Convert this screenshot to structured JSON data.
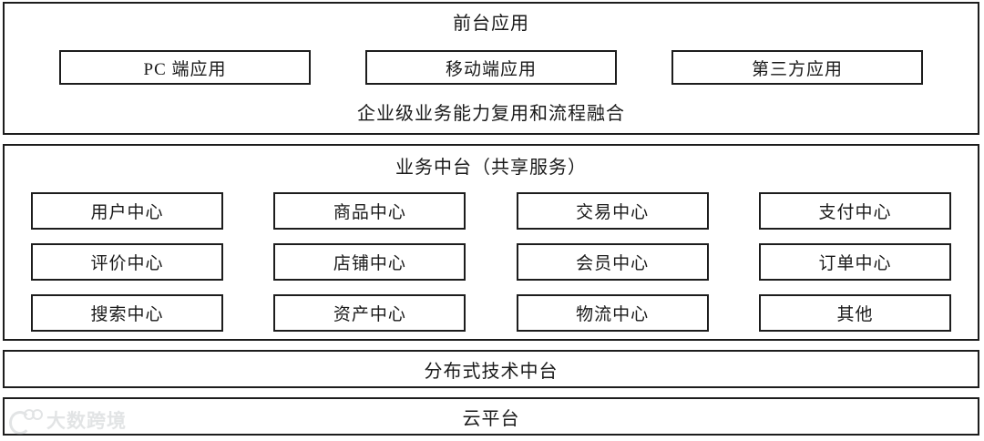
{
  "diagram": {
    "title": "前台应用",
    "sections": {
      "front": {
        "title": "前台应用",
        "apps": [
          {
            "label": "PC 端应用"
          },
          {
            "label": "移动端应用"
          },
          {
            "label": "第三方应用"
          }
        ],
        "footnote": "企业级业务能力复用和流程融合"
      },
      "middle": {
        "title": "业务中台（共享服务）",
        "centers": [
          {
            "label": "用户中心"
          },
          {
            "label": "商品中心"
          },
          {
            "label": "交易中心"
          },
          {
            "label": "支付中心"
          },
          {
            "label": "评价中心"
          },
          {
            "label": "店铺中心"
          },
          {
            "label": "会员中心"
          },
          {
            "label": "订单中心"
          },
          {
            "label": "搜索中心"
          },
          {
            "label": "资产中心"
          },
          {
            "label": "物流中心"
          },
          {
            "label": "其他"
          }
        ]
      },
      "tech": {
        "label": "分布式技术中台"
      },
      "cloud": {
        "label": "云平台"
      }
    }
  },
  "watermark": {
    "text": "大数跨境",
    "icon": "circle-dots-logo-icon",
    "color": "#9aa0a6"
  },
  "colors": {
    "border": "#1d1d1d",
    "background": "#ffffff",
    "text": "#1a1a1a"
  }
}
